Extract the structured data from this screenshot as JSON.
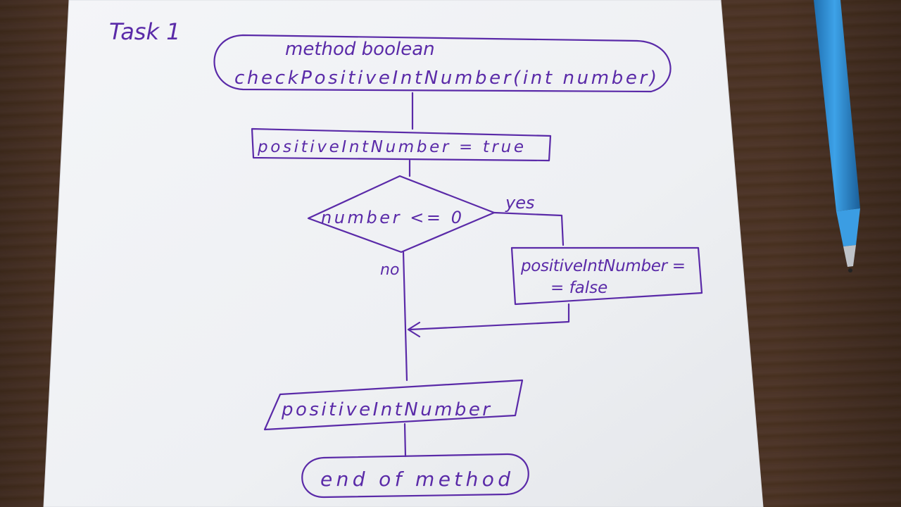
{
  "colors": {
    "ink": "#5a2aa8",
    "paper": "#f2f3f6",
    "table": "#4a3326",
    "pen_body": "#2f8fd6"
  },
  "diagram": {
    "title": "Task 1",
    "start": {
      "line1": "method    boolean",
      "line2": "checkPositiveIntNumber(int  number)"
    },
    "init_box": "positiveIntNumber  = true",
    "decision": "number <= 0",
    "yes_label": "yes",
    "no_label": "no",
    "false_box": {
      "line1": "positiveIntNumber =",
      "line2": "= false"
    },
    "output_box": "positiveIntNumber",
    "end": "end   of   method"
  },
  "objects": {
    "pen": "ballpoint-pen-icon"
  }
}
